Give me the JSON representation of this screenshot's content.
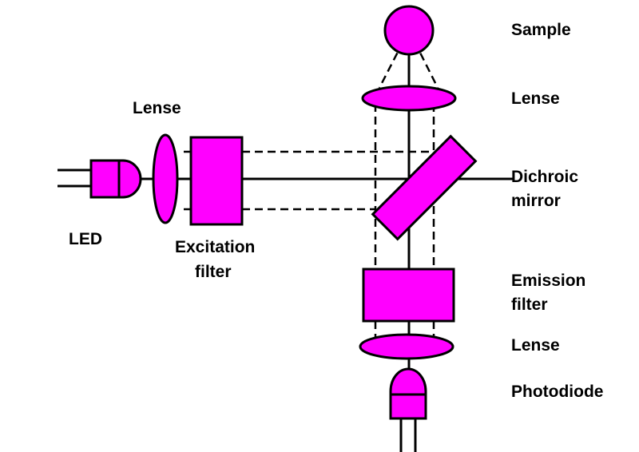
{
  "colors": {
    "component_fill": "#ff00ff",
    "outline": "#000000",
    "background": "#ffffff"
  },
  "labels": {
    "sample": "Sample",
    "lense_top": "Lense",
    "dichroic_line1": "Dichroic",
    "dichroic_line2": "mirror",
    "emission_line1": "Emission",
    "emission_line2": "filter",
    "lense_bottom": "Lense",
    "photodiode": "Photodiode",
    "lense_left": "Lense",
    "led": "LED",
    "excitation_line1": "Excitation",
    "excitation_line2": "filter"
  }
}
